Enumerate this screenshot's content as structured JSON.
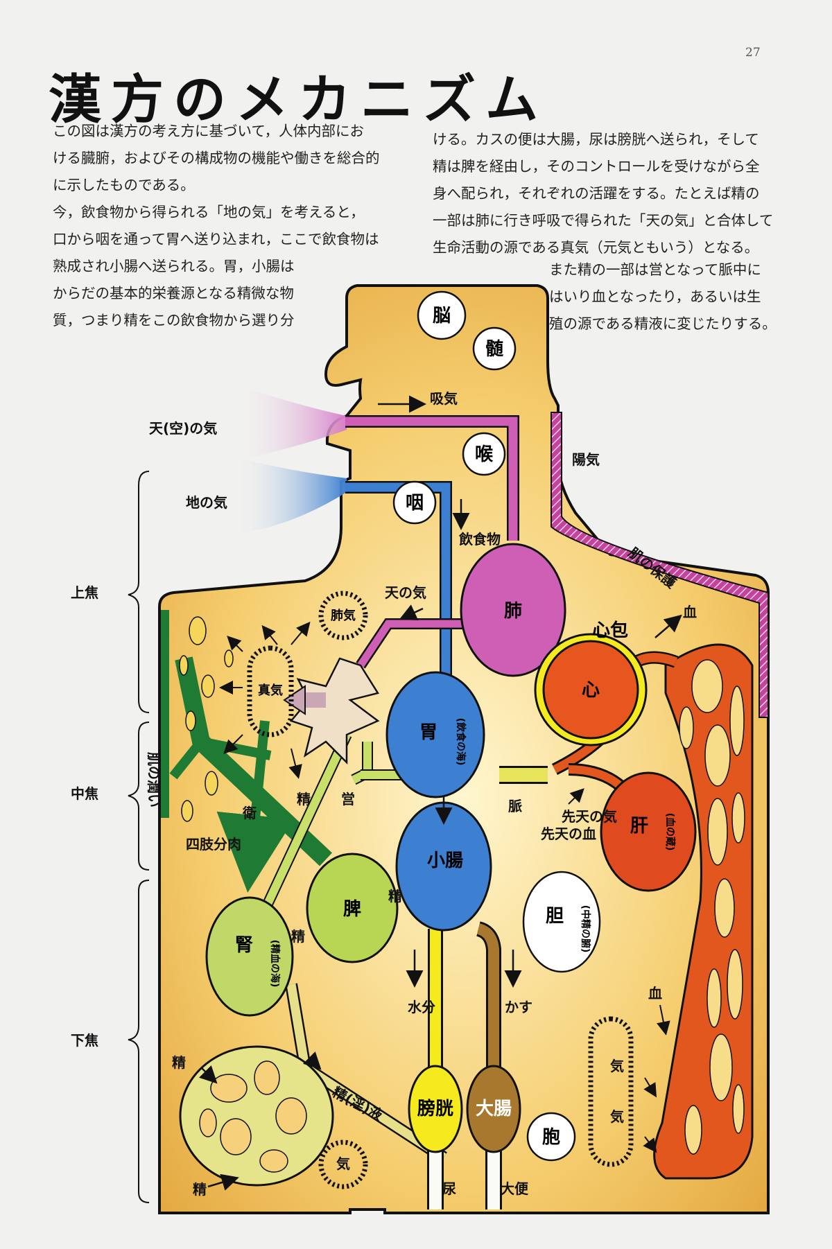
{
  "page_number": "27",
  "title": "漢方のメカニズム",
  "intro": {
    "col1": [
      "この図は漢方の考え方に基づいて，人体内部にお",
      "ける臓腑，およびその構成物の機能や働きを総合的",
      "に示したものである。",
      "今，飲食物から得られる「地の気」を考えると，",
      "口から咽を通って胃へ送り込まれ，ここで飲食物は",
      "熟成され小腸へ送られる。胃，小腸は",
      "からだの基本的栄養源となる精微な物",
      "質，つまり精をこの飲食物から選り分"
    ],
    "col2": [
      "ける。カスの便は大腸，尿は膀胱へ送られ，そして",
      "精は脾を経由し，そのコントロールを受けながら全",
      "身へ配られ，それぞれの活躍をする。たとえば精の",
      "一部は肺に行き呼吸で得られた「天の気」と合体して",
      "生命活動の源である真気（元気ともいう）となる。"
    ],
    "col3": [
      "また精の一部は営となって脈中に",
      "はいり血となったり，あるいは生",
      "殖の源である精液に変じたりする。"
    ]
  },
  "sections": {
    "upper": "上焦",
    "middle": "中焦",
    "lower": "下焦"
  },
  "organs": {
    "brain": "脳",
    "marrow": "髄",
    "throat": "喉",
    "pharynx": "咽",
    "lung": "肺",
    "heart": "心",
    "pericardium": "心包",
    "stomach": "胃",
    "stomach_note": "(飲食の海)",
    "small_intestine": "小腸",
    "liver": "肝",
    "liver_note": "(血の蔵)",
    "spleen": "脾",
    "kidney": "腎",
    "kidney_note": "(精血の海)",
    "gallbladder": "胆",
    "gallbladder_note": "(中精の腑)",
    "bladder": "膀胱",
    "large_intestine": "大腸",
    "uterus": "胞",
    "lung_qi": "肺気",
    "true_qi": "真気"
  },
  "labels": {
    "heaven_qi_air": "天(空)の気",
    "earth_qi": "地の気",
    "inhale": "吸気",
    "food": "飲食物",
    "yang_qi": "陽気",
    "skin_protection": "肌の保護",
    "heaven_qi": "天の気",
    "blood_top": "血",
    "skin_moisture": "肌の潤い",
    "wei": "衛",
    "jing_a": "精",
    "ying": "営",
    "pulse": "脈",
    "prenatal_qi": "先天の気",
    "prenatal_blood": "先天の血",
    "limbs_flesh": "四肢分肉",
    "jing_b": "精",
    "jing_c": "精",
    "water": "水分",
    "dregs": "かす",
    "blood_right": "血",
    "qi_right_1": "気",
    "qi_right_2": "気",
    "jing_d": "精",
    "semen": "精(淫)液",
    "qi_bottom": "気",
    "jing_e": "精",
    "urine": "尿",
    "stool": "大便"
  },
  "colors": {
    "body": "#f2c15a",
    "body_dark": "#e6a23c",
    "lung": "#cf5fb4",
    "heart": "#e8561f",
    "liver": "#df4a1e",
    "stomach": "#3d7fd0",
    "spleen": "#b8d654",
    "kidney": "#c0d867",
    "bladder": "#f5ea1e",
    "large_intestine": "#a8782e",
    "meridian": "#1f7b34",
    "heaven_qi": "#d98bd0",
    "earth_qi": "#3d7fd0",
    "vessels": "#e2571d"
  }
}
